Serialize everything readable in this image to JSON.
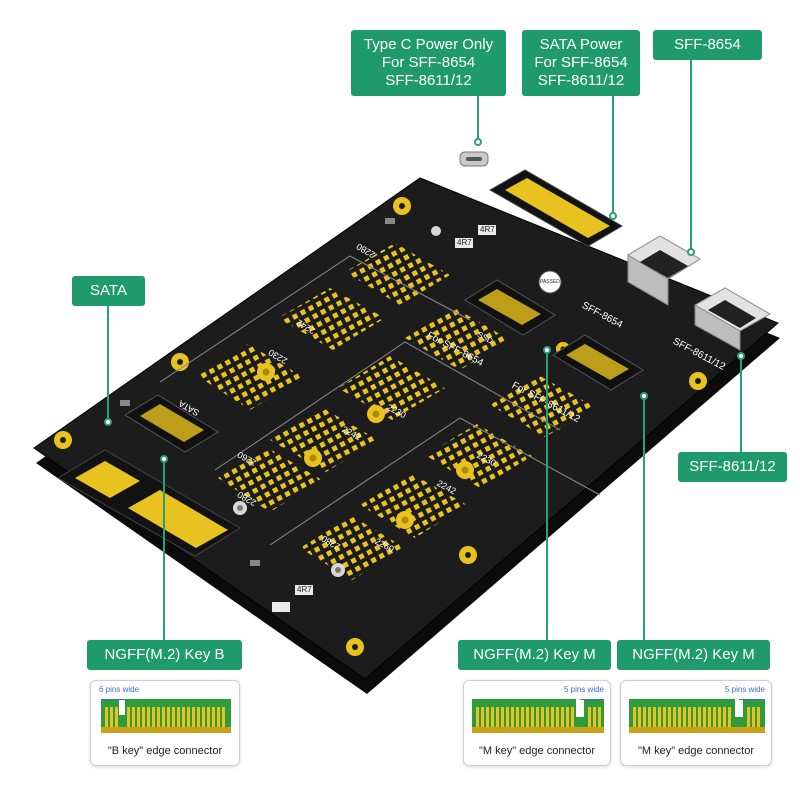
{
  "callouts": {
    "type_c_power": [
      "Type C Power Only",
      "For SFF-8654",
      "SFF-8611/12"
    ],
    "sata_power": [
      "SATA Power",
      "For SFF-8654",
      "SFF-8611/12"
    ],
    "sff_8654": "SFF-8654",
    "sata": "SATA",
    "sff_8611_12": "SFF-8611/12",
    "ngff_key_b": "NGFF(M.2) Key B",
    "ngff_key_m_1": "NGFF(M.2) Key M",
    "ngff_key_m_2": "NGFF(M.2) Key M"
  },
  "board_labels": {
    "sff_8654_silk": "SFF-8654",
    "sff_8611_silk": "SFF-8611/12",
    "for_sff_8654": "For SFF-8654",
    "for_sff_8611": "For SFF-8611/12",
    "sata_silk": "SATA",
    "ssd_silk": "SSD",
    "size_2230": "2230",
    "size_2242": "2242",
    "size_2260": "2260",
    "size_2280": "2280",
    "resistor": "4R7",
    "power_only": "Power Only",
    "passed": "PASSED"
  },
  "edge_cards": [
    {
      "pins_label": "6 pins wide",
      "caption": "\"B key\" edge connector"
    },
    {
      "pins_label": "5 pins wide",
      "caption": "\"M key\" edge connector"
    },
    {
      "pins_label": "5 pins wide",
      "caption": "\"M key\" edge connector"
    }
  ],
  "colors": {
    "callout_bg": "#1f9a6c",
    "board": "#1c1c1c",
    "pad_gold": "#e8c21e",
    "contact_green": "#2e9b3c"
  }
}
